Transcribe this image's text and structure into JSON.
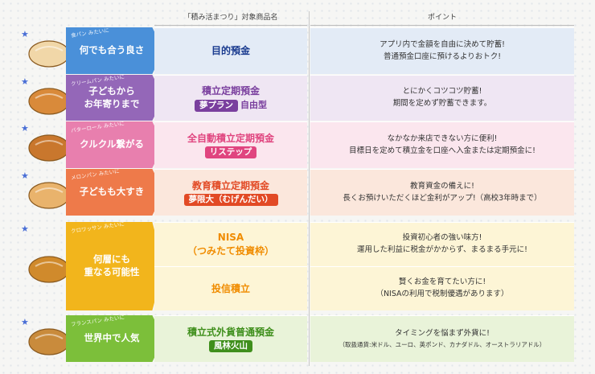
{
  "header": {
    "col_product": "「積み活まつり」対象商品名",
    "col_point": "ポイント"
  },
  "rows": [
    {
      "bread": "食パン みたいに",
      "tab_lines": [
        "何でも合う良さ"
      ],
      "tab_color": "#4a90d9",
      "products": [
        {
          "name": "目的預金",
          "name_color": "#1a3b8f",
          "pill": "",
          "pill_color": "",
          "suffix": "",
          "points": [
            "アプリ内で金額を自由に決めて貯蓄!",
            "普通預金口座に預けるよりおトク!"
          ]
        }
      ],
      "row_bg": "#e3ebf6"
    },
    {
      "bread": "クリームパン みたいに",
      "tab_lines": [
        "子どもから",
        "お年寄りまで"
      ],
      "tab_color": "#9467b8",
      "products": [
        {
          "name": "積立定期預金",
          "name_color": "#7a3f9e",
          "pill": "夢プラン",
          "pill_color": "#7a3f9e",
          "suffix": "自由型",
          "points": [
            "とにかくコツコツ貯蓄!",
            "期間を定めず貯蓄できます。"
          ]
        }
      ],
      "row_bg": "#efe6f3"
    },
    {
      "bread": "バターロール みたいに",
      "tab_lines": [
        "クルクル繋がる"
      ],
      "tab_color": "#e87fae",
      "products": [
        {
          "name": "全自動積立定期預金",
          "name_color": "#e0457f",
          "pill": "リステップ",
          "pill_color": "#e0457f",
          "suffix": "",
          "points": [
            "なかなか来店できない方に便利!",
            "目標日を定めて積立金を口座へ入金または定期預金に!"
          ]
        }
      ],
      "row_bg": "#fbe6ee"
    },
    {
      "bread": "メロンパン みたいに",
      "tab_lines": [
        "子どもも大すき"
      ],
      "tab_color": "#ee7a4a",
      "products": [
        {
          "name": "教育積立定期預金",
          "name_color": "#e24a25",
          "pill": "夢限大（むげんだい）",
          "pill_color": "#e24a25",
          "suffix": "",
          "points": [
            "教育資金の備えに!",
            "長くお預けいただくほど金利がアップ!（高校3年時まで）"
          ]
        }
      ],
      "row_bg": "#fbe7dc"
    },
    {
      "bread": "クロワッサン みたいに",
      "tab_lines": [
        "何層にも",
        "重なる可能性"
      ],
      "tab_color": "#f2b51c",
      "products": [
        {
          "name": "NISA",
          "name2": "（つみたて投資枠）",
          "name_color": "#f08c00",
          "pill": "",
          "pill_color": "",
          "suffix": "",
          "points": [
            "投資初心者の強い味方!",
            "運用した利益に税金がかからず、まるまる手元に!"
          ]
        },
        {
          "name": "投信積立",
          "name_color": "#f08c00",
          "pill": "",
          "pill_color": "",
          "suffix": "",
          "points": [
            "賢くお金を育てたい方に!",
            "（NISAの利用で税制優遇があります）"
          ]
        }
      ],
      "row_bg": "#fdf5d6"
    },
    {
      "bread": "フランスパン みたいに",
      "tab_lines": [
        "世界中で人気"
      ],
      "tab_color": "#7cbf3a",
      "products": [
        {
          "name": "積立式外貨普通預金",
          "name_color": "#3f8f1c",
          "pill": "風林火山",
          "pill_color": "#3f8f1c",
          "suffix": "",
          "points": [
            "タイミングを悩まず外貨に!",
            "（取扱通貨:米ドル、ユーロ、英ポンド、カナダドル、オーストラリアドル）"
          ]
        }
      ],
      "row_bg": "#e9f3d9"
    }
  ]
}
